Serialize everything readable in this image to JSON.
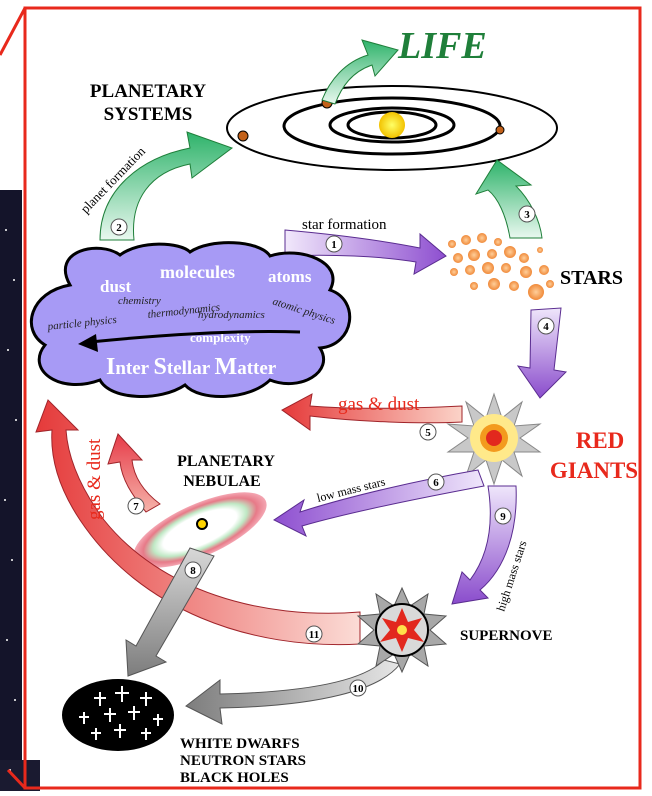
{
  "title": "LIFE",
  "nodes": {
    "planetary_systems": [
      "PLANETARY",
      "SYSTEMS"
    ],
    "stars": "STARS",
    "red_giants": [
      "RED",
      "GIANTS"
    ],
    "planetary_nebulae": [
      "PLANETARY",
      "NEBULAE"
    ],
    "supernove": "SUPERNOVE",
    "remnants": [
      "WHITE DWARFS",
      "NEUTRON STARS",
      "BLACK HOLES"
    ]
  },
  "cloud": {
    "words": [
      "dust",
      "molecules",
      "atoms"
    ],
    "sciences": [
      "chemistry",
      "thermodynamics",
      "atomic physics",
      "particle physics",
      "hydrodynamics",
      "complexity"
    ],
    "ism": [
      "I",
      "nter ",
      "S",
      "tellar ",
      "M",
      "atter"
    ]
  },
  "arrows": {
    "planet_formation": "planet formation",
    "star_formation": "star formation",
    "gas_dust_5": "gas & dust",
    "gas_dust_left": "gas & dust",
    "low_mass": "low mass stars",
    "high_mass": "high mass stars",
    "numbers": [
      "1",
      "2",
      "3",
      "4",
      "5",
      "6",
      "7",
      "8",
      "9",
      "10",
      "11"
    ]
  },
  "colors": {
    "border": "#e8291c",
    "green": "#2eb36a",
    "purple": "#8e4fd0",
    "red_pink": "#e9474f",
    "gray": "#808080",
    "cloud": "#a79af5",
    "life_text": "#1f7f3a",
    "red_giants_text": "#e8291c"
  }
}
